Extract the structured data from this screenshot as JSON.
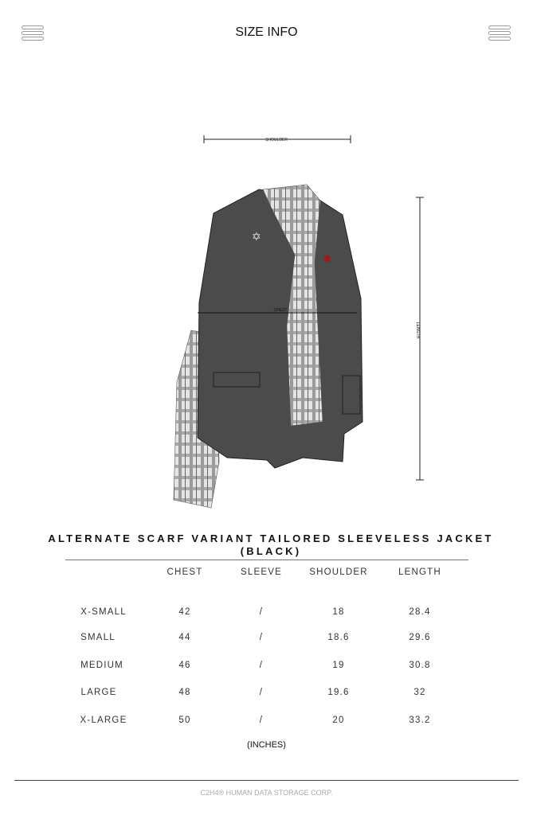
{
  "header": {
    "title": "SIZE INFO",
    "left_menu_icon": "hamburger-icon",
    "right_menu_icon": "hamburger-icon"
  },
  "diagram": {
    "shoulder_label": "SHOULDER",
    "chest_label": "CHEST",
    "length_label": "LENGTH"
  },
  "product": {
    "title_line1": "ALTERNATE SCARF VARIANT TAILORED SLEEVELESS JACKET",
    "title_line2": "(BLACK)"
  },
  "table": {
    "headers": [
      "CHEST",
      "SLEEVE",
      "SHOULDER",
      "LENGTH"
    ],
    "rows": [
      {
        "size": "X-SMALL",
        "values": [
          "42",
          "/",
          "18",
          "28.4"
        ]
      },
      {
        "size": "SMALL",
        "values": [
          "44",
          "/",
          "18.6",
          "29.6"
        ]
      },
      {
        "size": "MEDIUM",
        "values": [
          "46",
          "/",
          "19",
          "30.8"
        ]
      },
      {
        "size": "LARGE",
        "values": [
          "48",
          "/",
          "19.6",
          "32"
        ]
      },
      {
        "size": "X-LARGE",
        "values": [
          "50",
          "/",
          "20",
          "33.2"
        ]
      }
    ],
    "units": "(INCHES)"
  },
  "footer": {
    "text": "C2H4® HUMAN DATA STORAGE CORP."
  }
}
